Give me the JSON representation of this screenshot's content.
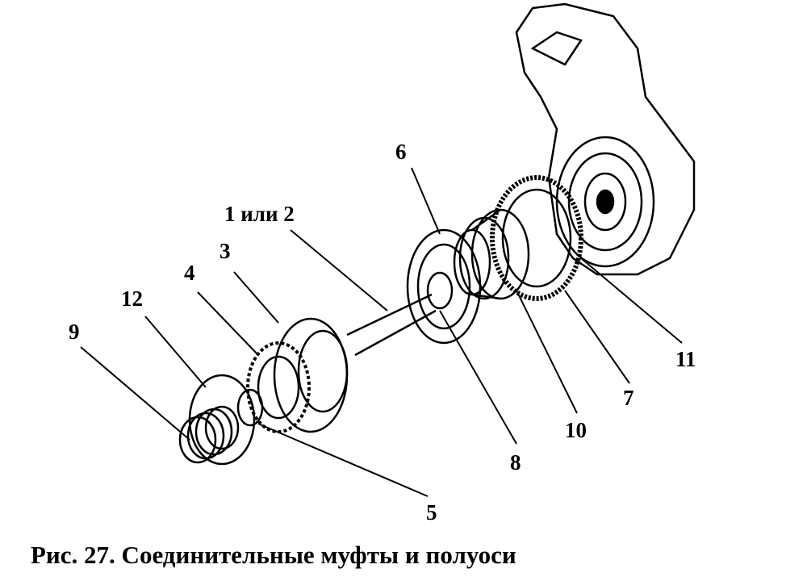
{
  "labels": {
    "l1or2": "1 или 2",
    "l3": "3",
    "l4": "4",
    "l5": "5",
    "l6": "6",
    "l7": "7",
    "l8": "8",
    "l9": "9",
    "l10": "10",
    "l11": "11",
    "l12": "12"
  },
  "caption": "Рис. 27. Соединительные муфты и полуоси"
}
